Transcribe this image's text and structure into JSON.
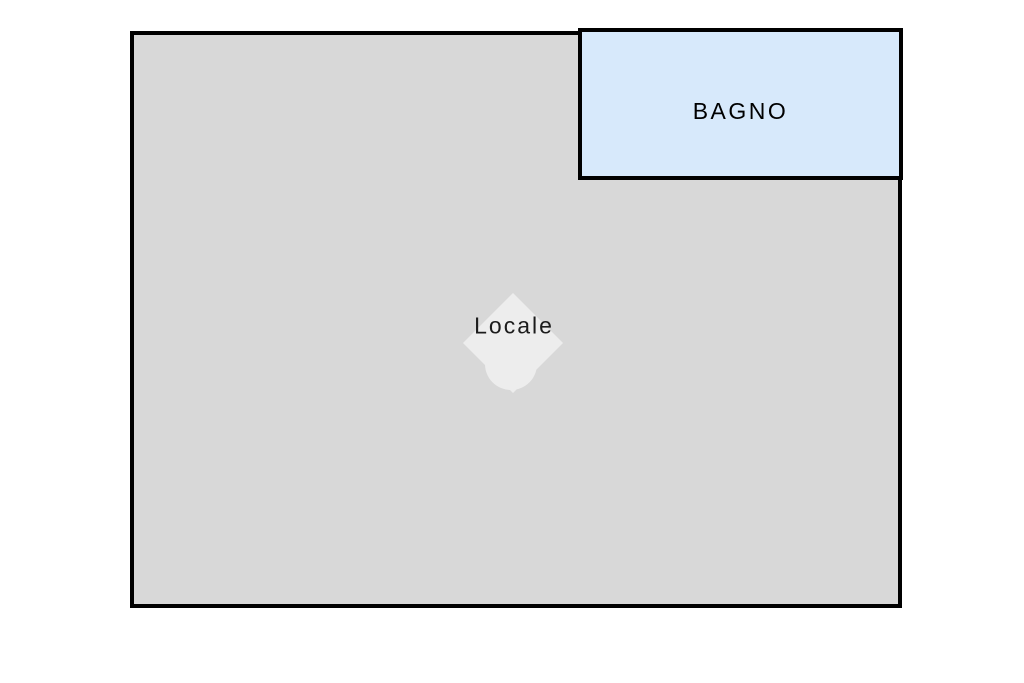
{
  "floorplan": {
    "background_color": "#ffffff",
    "outline_color": "#000000",
    "rooms": [
      {
        "id": "locale",
        "label": "Locale",
        "fill": "#d8d8d8",
        "label_color": "#1c1c1c"
      },
      {
        "id": "bagno",
        "label": "BAGNO",
        "fill": "#d7e9fb",
        "label_color": "#000000"
      }
    ],
    "watermark": {
      "icon": "diamond-circle-watermark-icon",
      "color": "#ffffff",
      "opacity": "0.55"
    }
  }
}
